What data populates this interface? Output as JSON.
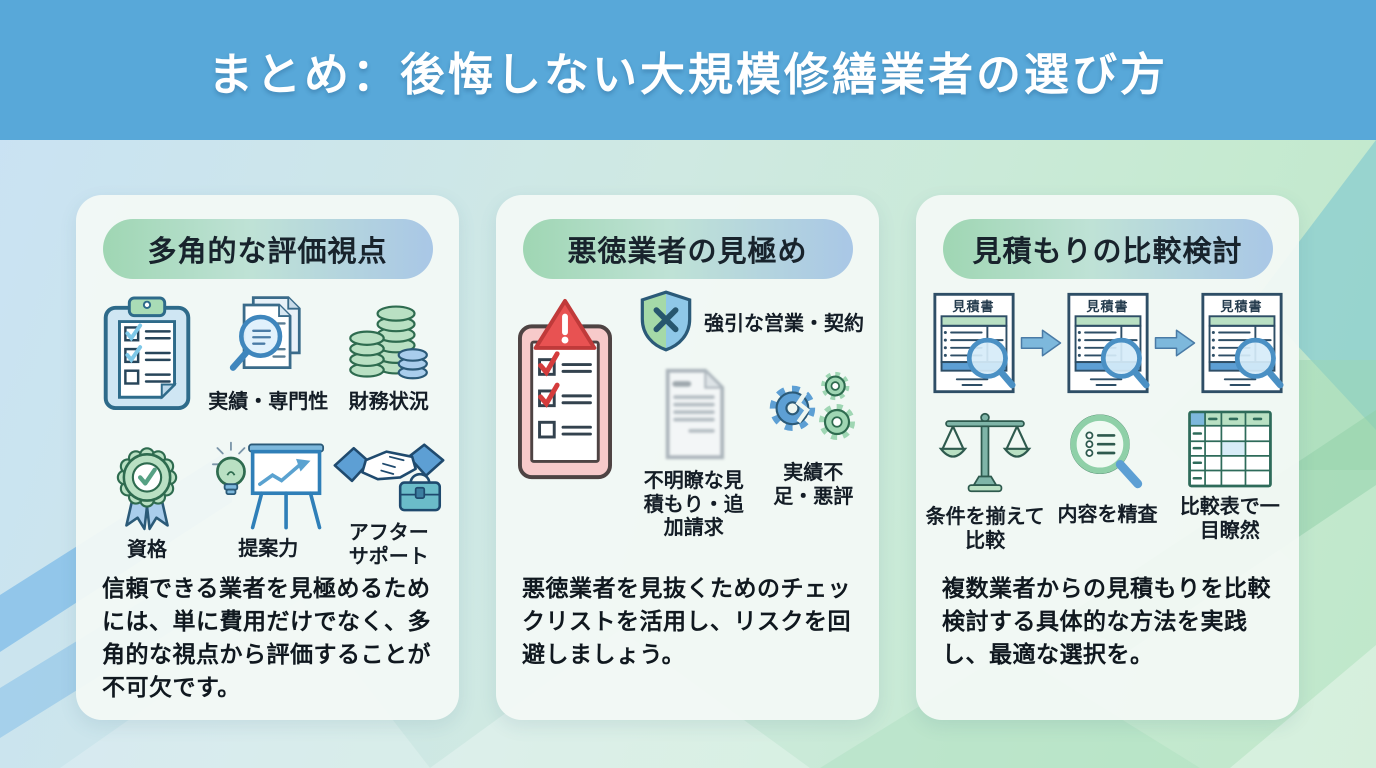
{
  "title": "まとめ：後悔しない大規模修繕業者の選び方",
  "colors": {
    "header_bg": "#58a8d9",
    "pill_gradient_start": "#9fd6b3",
    "pill_gradient_end": "#a9c7e6",
    "card_bg": "#f3f9f5",
    "alert_red": "#e85252",
    "accent_blue": "#4a90c4",
    "accent_green": "#8fd0a8",
    "text": "#10181f"
  },
  "cards": [
    {
      "header": "多角的な評価視点",
      "items": [
        {
          "icon": "checklist-clipboard-icon",
          "label": ""
        },
        {
          "icon": "magnifier-documents-icon",
          "label": "実績・専門性"
        },
        {
          "icon": "coin-stacks-icon",
          "label": "財務状況"
        },
        {
          "icon": "award-ribbon-icon",
          "label": "資格"
        },
        {
          "icon": "lightbulb-presentation-icon",
          "label": "提案力"
        },
        {
          "icon": "handshake-toolbox-icon",
          "label": "アフターサポート"
        }
      ],
      "description": "信頼できる業者を見極めるためには、単に費用だけでなく、多角的な視点から評価することが不可欠です。"
    },
    {
      "header": "悪徳業者の見極め",
      "items": [
        {
          "icon": "warning-checklist-icon",
          "label": ""
        },
        {
          "icon": "shield-x-icon",
          "label": "強引な営業・契約"
        },
        {
          "icon": "blurred-document-icon",
          "label": "不明瞭な見積もり・追加請求"
        },
        {
          "icon": "broken-gears-icon",
          "label": "実績不足・悪評"
        }
      ],
      "description": "悪徳業者を見抜くためのチェックリストを活用し、リスクを回避しましょう。"
    },
    {
      "header": "見積もりの比較検討",
      "doc_label": "見積書",
      "items": [
        {
          "icon": "balance-scale-icon",
          "label": "条件を揃えて比較"
        },
        {
          "icon": "magnifier-inspect-icon",
          "label": "内容を精査"
        },
        {
          "icon": "comparison-table-icon",
          "label": "比較表で一目瞭然"
        }
      ],
      "description": "複数業者からの見積もりを比較検討する具体的な方法を実践し、最適な選択を。"
    }
  ]
}
